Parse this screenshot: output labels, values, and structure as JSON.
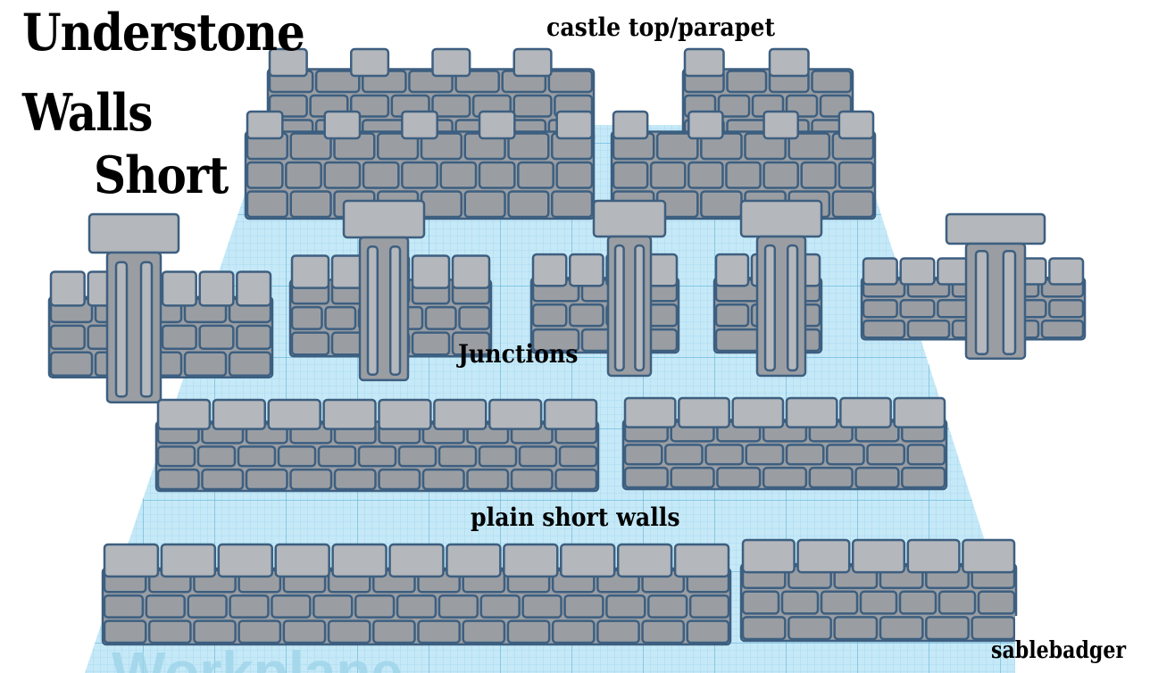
{
  "title": {
    "line1": "Understone",
    "line2": "Walls",
    "line3": "Short"
  },
  "labels": {
    "parapet": "castle top/parapet",
    "junctions": "Junctions",
    "plain": "plain short walls",
    "signature": "sablebadger"
  },
  "watermark": "Workplane",
  "colors": {
    "grid_bg": "#bfe6f5",
    "grid_line": "#7cc6e6",
    "brick": "#9a9ea3",
    "brick_top": "#b4b7bb",
    "outline": "#3d5f80"
  }
}
